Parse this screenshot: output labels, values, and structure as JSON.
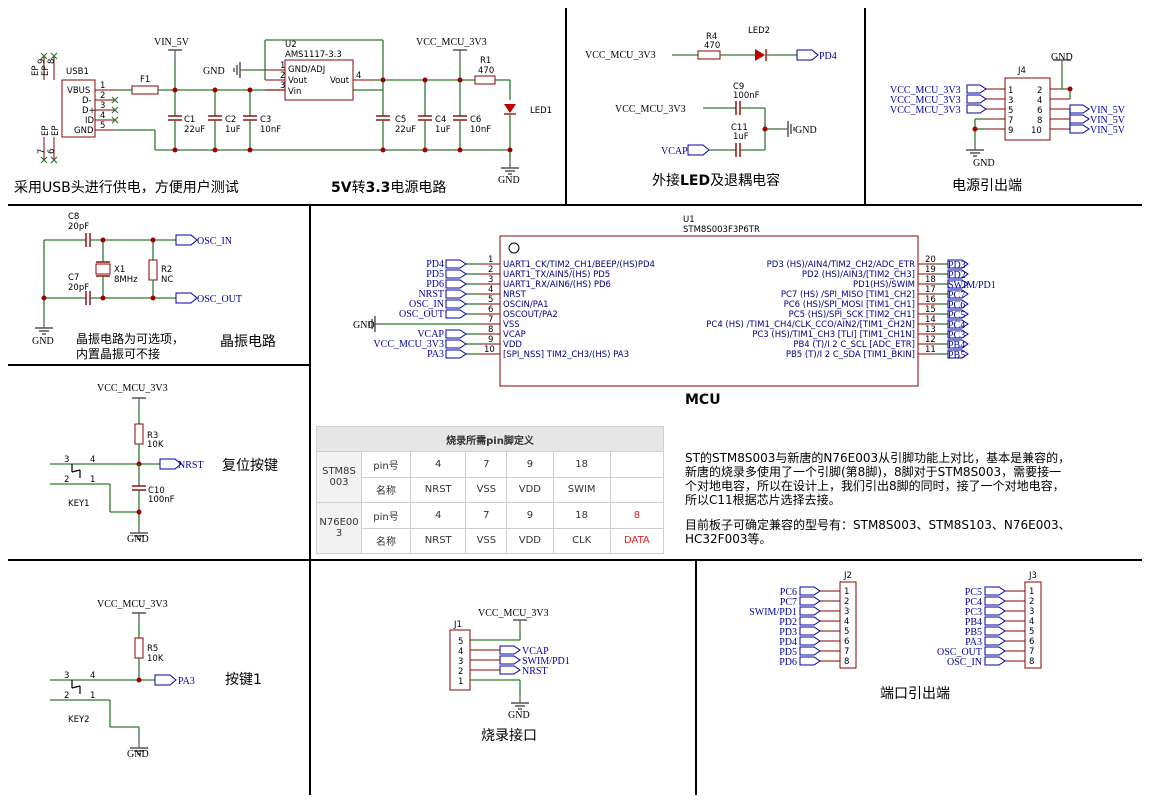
{
  "captions": {
    "usb": "采用USB头进行供电，方便用户测试",
    "ldo_strong": "5V",
    "ldo_mid": "转",
    "ldo_strong2": "3.3",
    "ldo_tail": "电源电路",
    "led_a": "外接",
    "led_b": "LED",
    "led_c": "及退耦电容",
    "power_out": "电源引出端",
    "crystal": "晶振电路",
    "crystal_note1": "晶振电路为可选项，",
    "crystal_note2": "内置晶振可不接",
    "mcu": "MCU",
    "reset": "复位按键",
    "key": "按键1",
    "prog": "烧录接口",
    "ports": "端口引出端"
  },
  "nets": {
    "vin5": "VIN_5V",
    "vcc33": "VCC_MCU_3V3",
    "gnd": "GND",
    "vcap": "VCAP",
    "nrst": "NRST",
    "osc_in": "OSC_IN",
    "osc_out": "OSC_OUT",
    "pa3": "PA3",
    "pd4": "PD4",
    "swim": "SWIM/PD1"
  },
  "usb": {
    "ref": "USB1",
    "pins": [
      "VBUS",
      "D-",
      "D+",
      "ID",
      "GND"
    ],
    "nums": [
      "1",
      "2",
      "3",
      "4",
      "5"
    ],
    "ep_top": "EP",
    "ep_top_nums": [
      "9",
      "8"
    ],
    "ep_bot": "EP",
    "ep_bot_nums": [
      "7",
      "6"
    ]
  },
  "fuse": "F1",
  "regulator": {
    "ref": "U2",
    "part": "AMS1117-3.3",
    "pins": [
      "GND/ADJ",
      "Vout",
      "Vin"
    ],
    "out_label": "Vout",
    "nums": [
      "1",
      "2",
      "3",
      "4"
    ]
  },
  "caps_power": [
    {
      "ref": "C1",
      "val": "22uF"
    },
    {
      "ref": "C2",
      "val": "1uF"
    },
    {
      "ref": "C3",
      "val": "10nF"
    },
    {
      "ref": "C5",
      "val": "22uF"
    },
    {
      "ref": "C4",
      "val": "1uF"
    },
    {
      "ref": "C6",
      "val": "10nF"
    }
  ],
  "r1": {
    "ref": "R1",
    "val": "470"
  },
  "led1": "LED1",
  "led2_block": {
    "r4": "R4",
    "r4v": "470",
    "led2": "LED2",
    "c9": "C9",
    "c9v": "100nF",
    "c11": "C11",
    "c11v": "1uF"
  },
  "j4": {
    "ref": "J4",
    "left_nets": [
      "VCC_MCU_3V3",
      "VCC_MCU_3V3",
      "VCC_MCU_3V3"
    ],
    "right_nets": [
      "VIN_5V",
      "VIN_5V",
      "VIN_5V"
    ],
    "left_nums": [
      "1",
      "3",
      "5",
      "7",
      "9"
    ],
    "right_nums": [
      "2",
      "4",
      "6",
      "8",
      "10"
    ]
  },
  "crystal_parts": {
    "c8": "C8",
    "c8v": "20pF",
    "c7": "C7",
    "c7v": "20pF",
    "x1": "X1",
    "x1v": "8MHz",
    "r2": "R2",
    "r2v": "NC"
  },
  "mcu": {
    "ref": "U1",
    "part": "STM8S003F3P6TR",
    "left_pins": [
      {
        "num": "1",
        "name": "UART1_CK/TIM2_CH1/BEEP/(HS)PD4",
        "net": "PD4"
      },
      {
        "num": "2",
        "name": "UART1_TX/AIN5/(HS) PD5",
        "net": "PD5"
      },
      {
        "num": "3",
        "name": "UART1_RX/AIN6/(HS) PD6",
        "net": "PD6"
      },
      {
        "num": "4",
        "name": "NRST",
        "net": "NRST"
      },
      {
        "num": "5",
        "name": "OSCIN/PA1",
        "net": "OSC_IN"
      },
      {
        "num": "6",
        "name": "OSCOUT/PA2",
        "net": "OSC_OUT"
      },
      {
        "num": "7",
        "name": "VSS",
        "net": "GND"
      },
      {
        "num": "8",
        "name": "VCAP",
        "net": "VCAP"
      },
      {
        "num": "9",
        "name": "VDD",
        "net": "VCC_MCU_3V3"
      },
      {
        "num": "10",
        "name": "[SPI_NSS] TIM2_CH3/(HS) PA3",
        "net": "PA3"
      }
    ],
    "right_pins": [
      {
        "num": "20",
        "name": "PD3 (HS)/AIN4/TIM2_CH2/ADC_ETR",
        "net": "PD3"
      },
      {
        "num": "19",
        "name": "PD2 (HS)/AIN3/[TIM2_CH3]",
        "net": "PD2"
      },
      {
        "num": "18",
        "name": "PD1(HS)/SWIM",
        "net": "SWIM/PD1"
      },
      {
        "num": "17",
        "name": "PC7 (HS) /SPI_MISO [TIM1_CH2]",
        "net": "PC7"
      },
      {
        "num": "16",
        "name": "PC6 (HS)/SPI_MOSI [TIM1_CH1]",
        "net": "PC6"
      },
      {
        "num": "15",
        "name": "PC5 (HS)/SPI_SCK [TIM2_CH1]",
        "net": "PC5"
      },
      {
        "num": "14",
        "name": "PC4 (HS) /TIM1_CH4/CLK_CCO/AIN2/[TIM1_CH2N]",
        "net": "PC4"
      },
      {
        "num": "13",
        "name": "PC3 (HS)/TIM1_CH3 [TLI] [TIM1_CH1N]",
        "net": "PC3"
      },
      {
        "num": "12",
        "name": "PB4 (T)/I 2 C_SCL [ADC_ETR]",
        "net": "PB4"
      },
      {
        "num": "11",
        "name": "PB5 (T)/I 2 C_SDA [TIM1_BKIN]",
        "net": "PB5"
      }
    ]
  },
  "pin_table": {
    "title": "烧录所需pin脚定义",
    "rows": [
      {
        "chip": "STM8S003",
        "label": "pin号",
        "cells": [
          "4",
          "7",
          "9",
          "18",
          ""
        ]
      },
      {
        "chip": "",
        "label": "名称",
        "cells": [
          "NRST",
          "VSS",
          "VDD",
          "SWIM",
          ""
        ]
      },
      {
        "chip": "N76E003",
        "label": "pin号",
        "cells": [
          "4",
          "7",
          "9",
          "18",
          "8"
        ]
      },
      {
        "chip": "",
        "label": "名称",
        "cells": [
          "NRST",
          "VSS",
          "VDD",
          "CLK",
          "DATA"
        ]
      }
    ]
  },
  "notes": {
    "p1_l1": "ST的STM8S003与新唐的N76E003从引脚功能上对比，基本是兼容的，",
    "p1_l2": "新唐的烧录多使用了一个引脚(第8脚)，8脚对于STM8S003，需要接一",
    "p1_l3": "个对地电容，所以在设计上，我们引出8脚的同时，接了一个对地电容，",
    "p1_l4": "所以C11根据芯片选择去接。",
    "p2_l1": "目前板子可确定兼容的型号有：STM8S003、STM8S103、N76E003、",
    "p2_l2": "HC32F003等。"
  },
  "reset_block": {
    "r3": "R3",
    "r3v": "10K",
    "c10": "C10",
    "c10v": "100nF",
    "key": "KEY1",
    "n3": "3",
    "n4": "4",
    "n2": "2",
    "n1": "1"
  },
  "key_block": {
    "r5": "R5",
    "r5v": "10K",
    "key": "KEY2",
    "n3": "3",
    "n4": "4",
    "n2": "2",
    "n1": "1"
  },
  "j1": {
    "ref": "J1",
    "nums": [
      "5",
      "4",
      "3",
      "2",
      "1"
    ],
    "nets": [
      "VCAP",
      "SWIM/PD1",
      "NRST"
    ]
  },
  "j2": {
    "ref": "J2",
    "nets": [
      "PC6",
      "PC7",
      "SWIM/PD1",
      "PD2",
      "PD3",
      "PD4",
      "PD5",
      "PD6"
    ],
    "nums": [
      "1",
      "2",
      "3",
      "4",
      "5",
      "6",
      "7",
      "8"
    ]
  },
  "j3": {
    "ref": "J3",
    "nets": [
      "PC5",
      "PC4",
      "PC3",
      "PB4",
      "PB5",
      "PA3",
      "OSC_OUT",
      "OSC_IN"
    ],
    "nums": [
      "1",
      "2",
      "3",
      "4",
      "5",
      "6",
      "7",
      "8"
    ]
  }
}
